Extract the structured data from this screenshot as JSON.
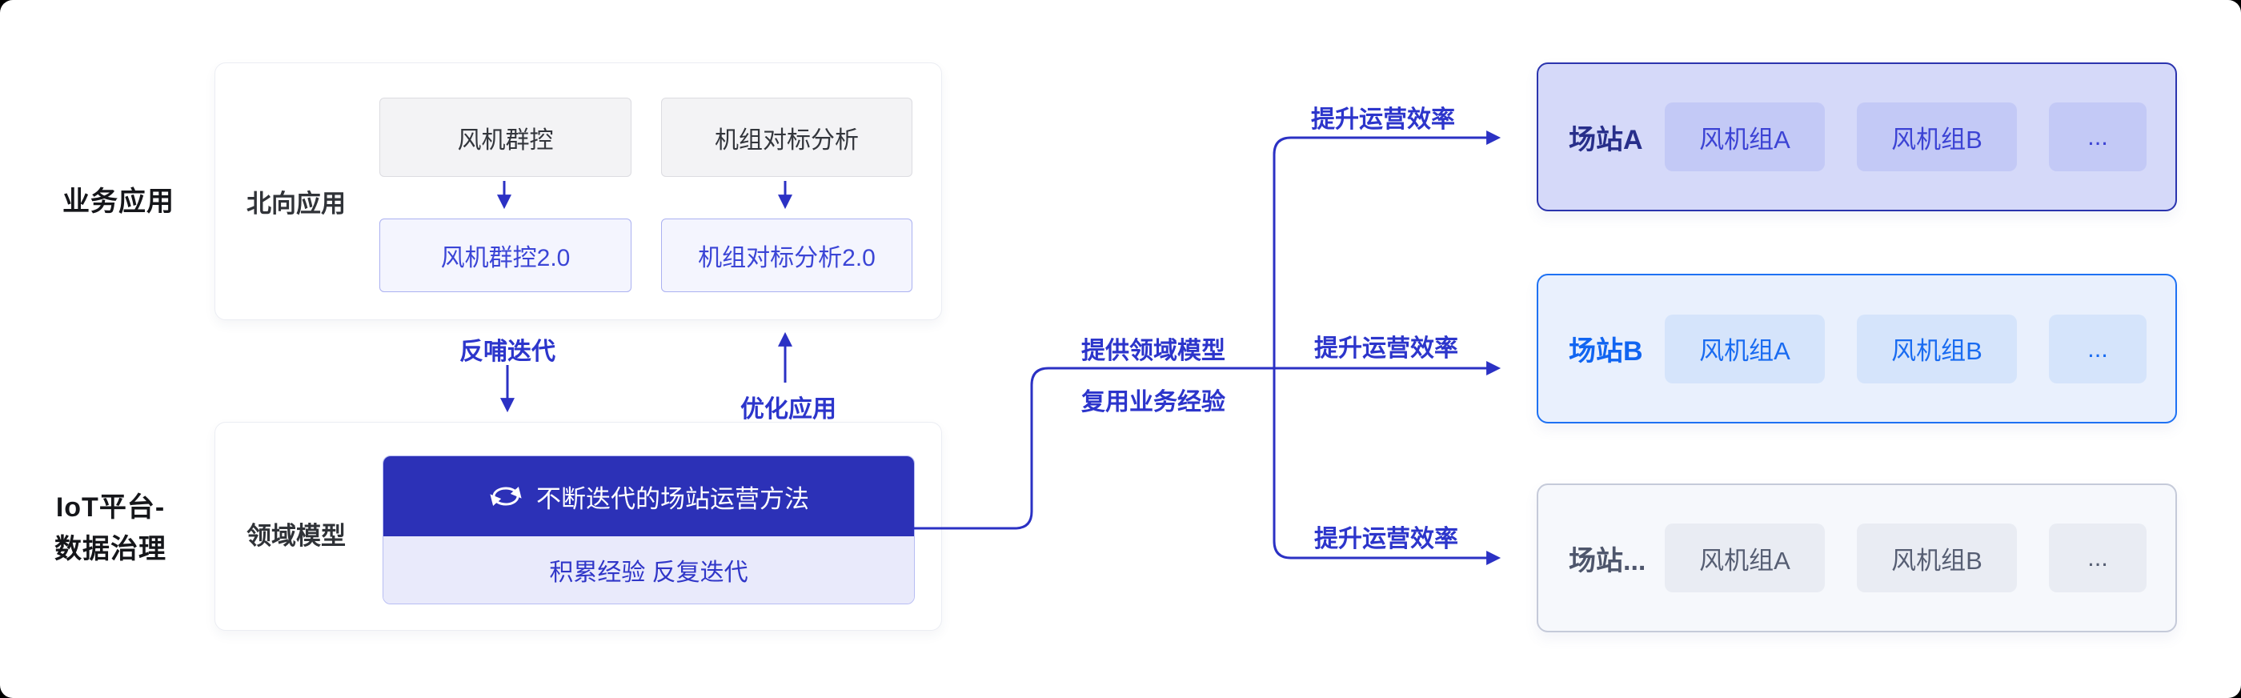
{
  "sections": {
    "business_apps": {
      "side_label": "业务应用",
      "container_label": "北向应用",
      "legacy_app_1": "风机群控",
      "legacy_app_2": "机组对标分析",
      "upgraded_app_1": "风机群控2.0",
      "upgraded_app_2": "机组对标分析2.0"
    },
    "iot_platform": {
      "side_label_line1": "IoT平台-",
      "side_label_line2": "数据治理",
      "container_label": "领域模型",
      "model_title": "不断迭代的场站运营方法",
      "model_subtitle": "积累经验 反复迭代",
      "model_icon": "loop-arrows-icon"
    }
  },
  "flow_labels": {
    "feedback_iterate": "反哺迭代",
    "optimize_apps": "优化应用",
    "provide_model": "提供领域模型",
    "reuse_experience": "复用业务经验",
    "boost_efficiency_top": "提升运营效率",
    "boost_efficiency_middle": "提升运营效率",
    "boost_efficiency_bottom": "提升运营效率"
  },
  "stations": [
    {
      "name": "场站A",
      "groups": [
        "风机组A",
        "风机组B",
        "..."
      ]
    },
    {
      "name": "场站B",
      "groups": [
        "风机组A",
        "风机组B",
        "..."
      ]
    },
    {
      "name": "场站...",
      "groups": [
        "风机组A",
        "风机组B",
        "..."
      ]
    }
  ],
  "colors": {
    "arrow_blue": "#2b31c4",
    "flow_label_blue": "#2c35cb",
    "model_box_dark": "#2c31b7",
    "model_box_light": "#e9eafb",
    "station_a_fill": "#d5d9f9",
    "station_a_border": "#2b34ae",
    "station_a_text": "#272e8a",
    "station_b_fill": "#e9f0fd",
    "station_b_border": "#1e71f3",
    "station_b_text": "#1165f1",
    "station_c_fill": "#f6f8fc",
    "station_c_border": "#c5cad9",
    "station_c_text": "#4e566c"
  }
}
